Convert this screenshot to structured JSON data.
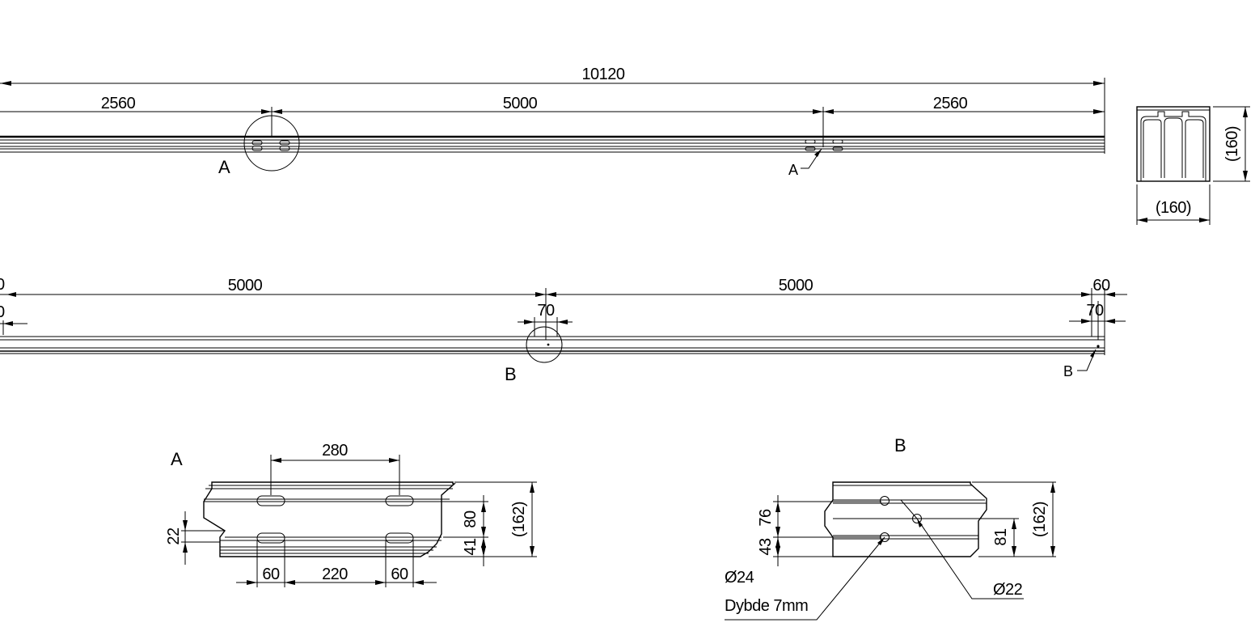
{
  "colors": {
    "line": "#000000",
    "background": "#ffffff"
  },
  "top_view": {
    "overall_length": "10120",
    "left_segment": "2560",
    "middle_segment": "5000",
    "right_segment": "2560",
    "callout_left": "A",
    "callout_right": "A"
  },
  "section": {
    "height": "(160)",
    "width": "(160)"
  },
  "side_view": {
    "left_cut_label": "0",
    "left_cut_small": "0",
    "left_segment": "5000",
    "right_segment": "5000",
    "mid_offset": "70",
    "end_offset_top": "60",
    "end_offset_bottom": "70",
    "callout_mid": "B",
    "callout_end": "B"
  },
  "detail_a": {
    "title": "A",
    "slot_spacing": "280",
    "left_edge": "60",
    "middle": "220",
    "right_edge": "60",
    "offset_left": "22",
    "height_upper": "80",
    "height_lower": "41",
    "total_height": "(162)"
  },
  "detail_b": {
    "title": "B",
    "dim_upper": "76",
    "dim_lower": "43",
    "dim_right": "81",
    "total_height": "(162)",
    "hole_large": "Ø24",
    "depth_note": "Dybde 7mm",
    "hole_small": "Ø22"
  }
}
